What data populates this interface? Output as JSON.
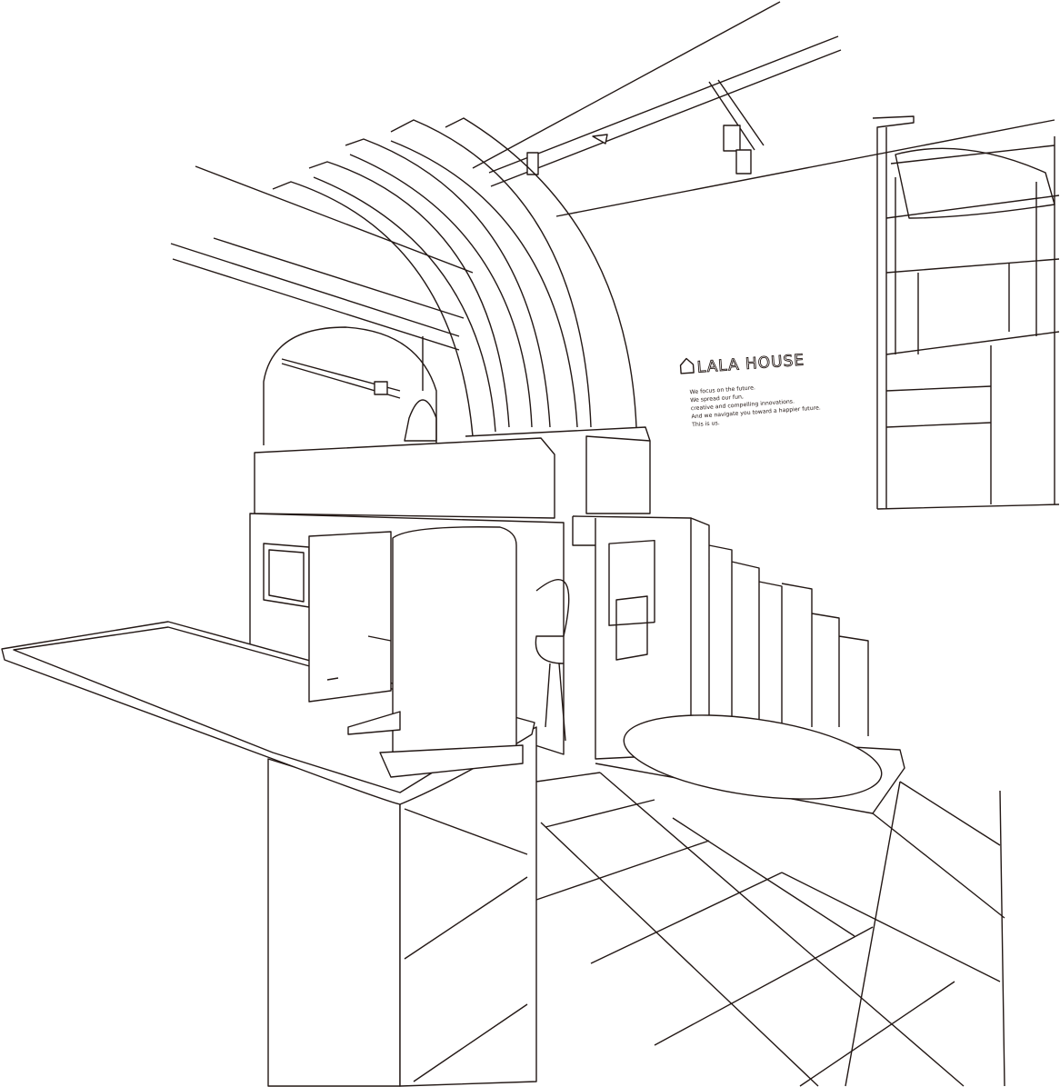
{
  "sign": {
    "logo_text": "LALA HOUSE",
    "tagline": [
      "We focus on the future.",
      "We spread our fun,",
      "creative and compelling innovations.",
      "And we navigate you toward a happier future.",
      "This is us."
    ]
  },
  "colors": {
    "line": "#231815",
    "background": "#ffffff"
  }
}
